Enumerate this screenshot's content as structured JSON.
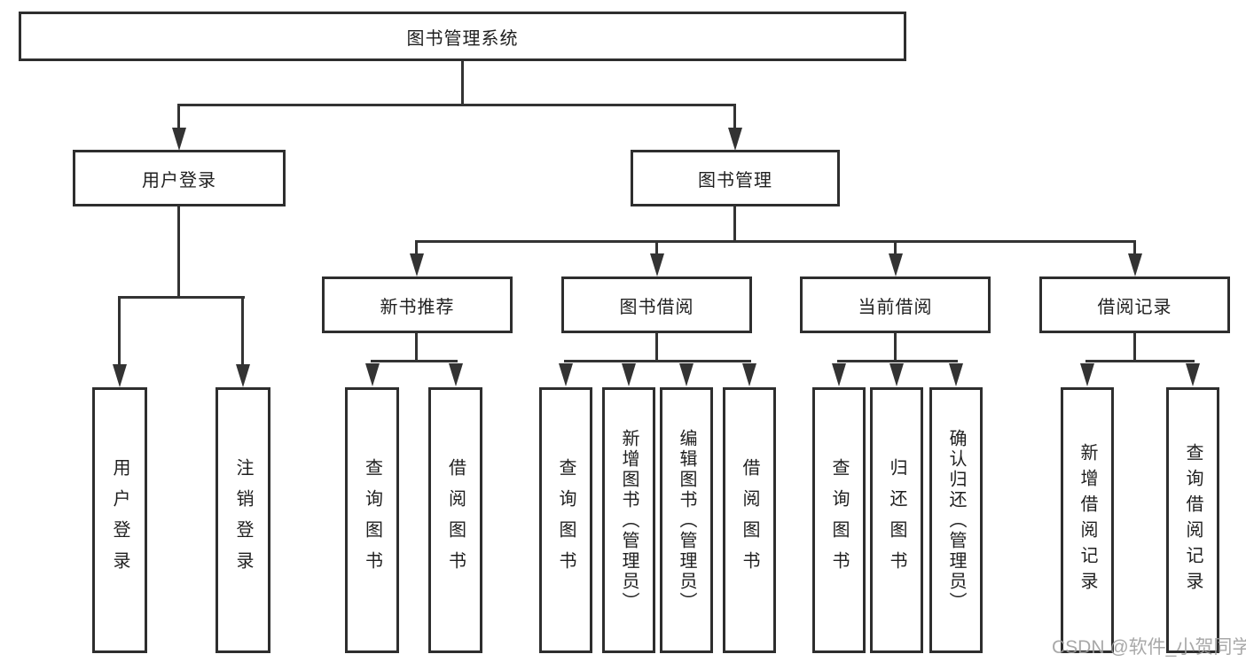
{
  "diagram": {
    "root": {
      "label": "图书管理系统"
    },
    "user_login": {
      "label": "用户登录",
      "children": [
        {
          "label": "用户登录"
        },
        {
          "label": "注销登录"
        }
      ]
    },
    "book_mgmt": {
      "label": "图书管理",
      "groups": [
        {
          "label": "新书推荐",
          "children": [
            {
              "label": "查询图书"
            },
            {
              "label": "借阅图书"
            }
          ]
        },
        {
          "label": "图书借阅",
          "children": [
            {
              "label": "查询图书"
            },
            {
              "label": "新增图书（管理员）"
            },
            {
              "label": "编辑图书（管理员）"
            },
            {
              "label": "借阅图书"
            }
          ]
        },
        {
          "label": "当前借阅",
          "children": [
            {
              "label": "查询图书"
            },
            {
              "label": "归还图书"
            },
            {
              "label": "确认归还（管理员）"
            }
          ]
        },
        {
          "label": "借阅记录",
          "children": [
            {
              "label": "新增借阅记录"
            },
            {
              "label": "查询借阅记录"
            }
          ]
        }
      ]
    }
  },
  "watermark": {
    "text": "CSDN @软件_小贺同学",
    "color": "#9e9e9e"
  },
  "colors": {
    "background": "#ffffff",
    "line": "#333333",
    "box_border": "#2e2e2e",
    "text": "#1f1f1f"
  }
}
